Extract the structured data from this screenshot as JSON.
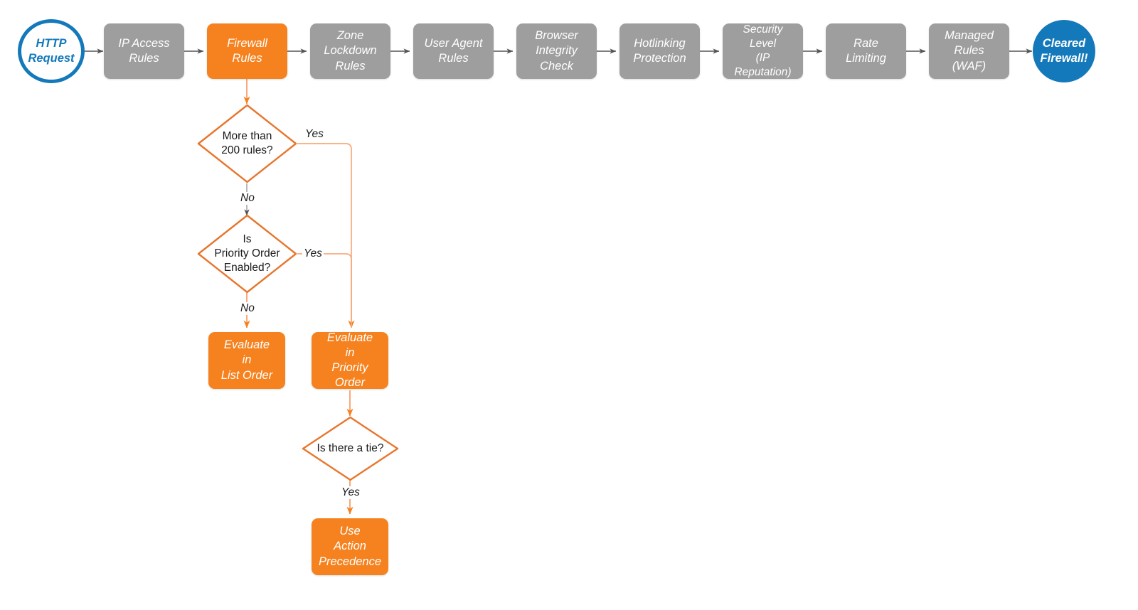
{
  "diagram": {
    "title": "Cloudflare firewall rules evaluation order flowchart",
    "colors": {
      "orange": "#f5821f",
      "gray": "#9e9e9e",
      "blue": "#1479ba",
      "arrow_gray": "#555555",
      "arrow_orange_light": "#f9a97a"
    }
  },
  "pipeline": {
    "start": {
      "label": "HTTP\nRequest"
    },
    "stages": [
      {
        "id": "ip-access-rules",
        "label": "IP Access\nRules",
        "state": "inactive"
      },
      {
        "id": "firewall-rules",
        "label": "Firewall\nRules",
        "state": "active"
      },
      {
        "id": "zone-lockdown-rules",
        "label": "Zone\nLockdown\nRules",
        "state": "inactive"
      },
      {
        "id": "user-agent-rules",
        "label": "User Agent\nRules",
        "state": "inactive"
      },
      {
        "id": "browser-integrity-check",
        "label": "Browser\nIntegrity\nCheck",
        "state": "inactive"
      },
      {
        "id": "hotlinking-protection",
        "label": "Hotlinking\nProtection",
        "state": "inactive"
      },
      {
        "id": "security-level",
        "label": "Security\nLevel\n(IP Reputation)",
        "state": "inactive"
      },
      {
        "id": "rate-limiting",
        "label": "Rate\nLimiting",
        "state": "inactive"
      },
      {
        "id": "managed-rules-waf",
        "label": "Managed\nRules\n(WAF)",
        "state": "inactive"
      }
    ],
    "end": {
      "label": "Cleared\nFirewall!"
    }
  },
  "detail": {
    "decision_rule_count": {
      "label": "More than\n200 rules?"
    },
    "decision_priority_order": {
      "label": "Is\nPriority Order\nEnabled?"
    },
    "decision_tie": {
      "label": "Is there a tie?"
    },
    "action_list_order": {
      "label": "Evaluate\nin\nList Order"
    },
    "action_priority_order": {
      "label": "Evaluate\nin\nPriority Order"
    },
    "action_precedence": {
      "label": "Use\nAction\nPrecedence"
    }
  },
  "edge_labels": {
    "rule_count_yes": "Yes",
    "rule_count_no": "No",
    "priority_order_yes": "Yes",
    "priority_order_no": "No",
    "tie_yes": "Yes"
  }
}
